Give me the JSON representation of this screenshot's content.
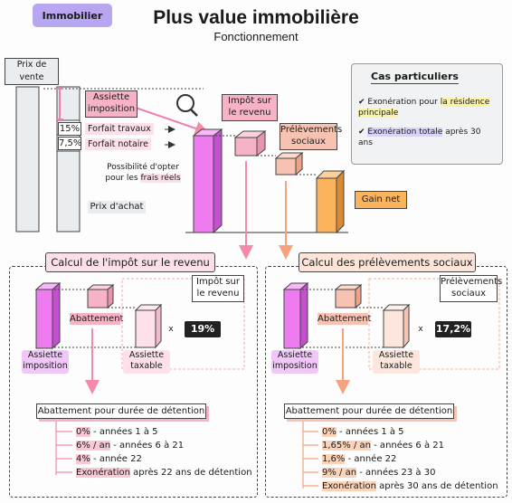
{
  "header": {
    "tag": "Immobilier",
    "title": "Plus value immobilière",
    "subtitle": "Fonctionnement"
  },
  "top": {
    "prix_vente": "Prix de vente",
    "assiette": "Assiette imposition",
    "pct_travaux": "15%",
    "forfait_travaux": "Forfait travaux",
    "pct_notaire": "7,5%",
    "forfait_notaire": "Forfait notaire",
    "option_note_1": "Possibilité d'opter",
    "option_note_2a": "pour les ",
    "option_note_2b": "frais réels",
    "prix_achat": "Prix d'achat",
    "impot_revenu": "Impôt sur le revenu",
    "prelevements": "Prélèvements sociaux",
    "gain_net": "Gain net"
  },
  "cas_particuliers": {
    "title": "Cas particuliers",
    "item1_a": "Exonération pour ",
    "item1_b": "la résidence principale",
    "item2_a": "Exonération totale",
    "item2_b": " après 30 ans"
  },
  "left_section": {
    "title": "Calcul de l'impôt sur le revenu",
    "badge": "Impôt sur le revenu",
    "abattement": "Abattement",
    "assiette": "Assiette imposition",
    "assiette_taxable": "Assiette taxable",
    "times": "x",
    "rate": "19%",
    "list_title": "Abattement pour durée de détention",
    "items": [
      {
        "hl": "0%",
        "rest": " - années 1 à 5"
      },
      {
        "hl": "6% / an",
        "rest": " - années 6 à 21"
      },
      {
        "hl": "4%",
        "rest": " - année 22"
      },
      {
        "hl": "Exonération",
        "rest": " après 22 ans de détention"
      }
    ]
  },
  "right_section": {
    "title": "Calcul des prélèvements sociaux",
    "badge": "Prélèvements sociaux",
    "abattement": "Abattement",
    "assiette": "Assiette imposition",
    "assiette_taxable": "Assiette taxable",
    "times": "x",
    "rate": "17,2%",
    "list_title": "Abattement pour durée de détention",
    "items": [
      {
        "hl": "0%",
        "rest": " - années 1 à 5"
      },
      {
        "hl": "1,65% / an",
        "rest": " - années 6 à 21"
      },
      {
        "hl": "1,6%",
        "rest": " - année 22"
      },
      {
        "hl": "9% / an",
        "rest": " - années 23 à 30"
      },
      {
        "hl": "Exonération",
        "rest": " après 30 ans de détention"
      }
    ]
  },
  "colors": {
    "magenta": "#ee7cf0",
    "pink": "#f6b3c5",
    "salmon": "#f8c2b2",
    "orange": "#fbb35c",
    "lilac": "#b9a6f0"
  }
}
